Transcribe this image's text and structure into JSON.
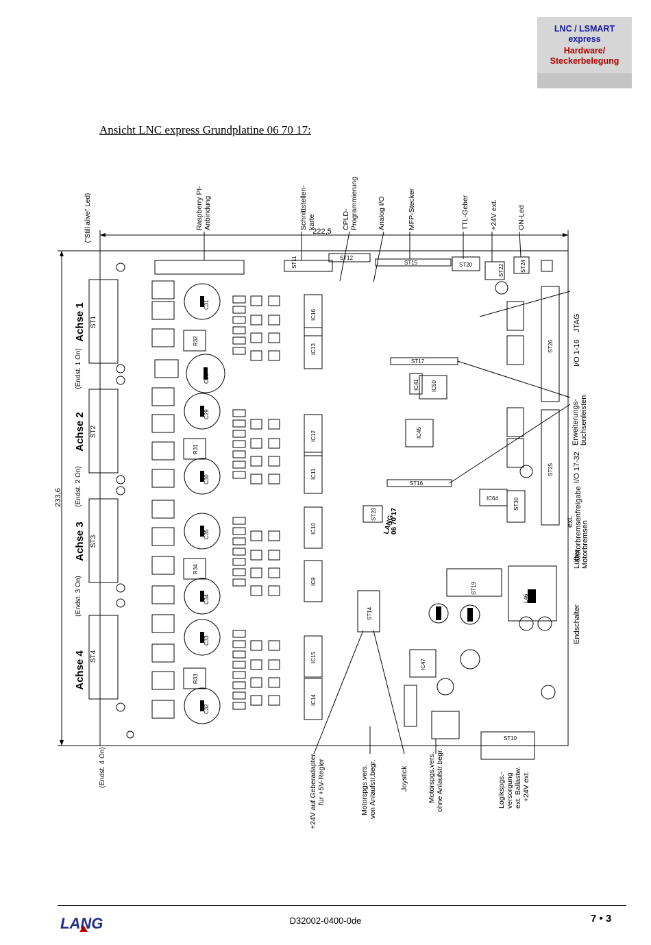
{
  "header": {
    "line1": "LNC / LSMART",
    "line2": "express",
    "line3": "Hardware/",
    "line4": "Steckerbelegung",
    "color_primary": "#1a1aa0",
    "color_secondary": "#b00000"
  },
  "title": "Ansicht LNC express Grundplatine 06 70 17:",
  "dims": {
    "width": "222,5",
    "height": "233,6"
  },
  "left_labels": {
    "achse1": "Achse 1",
    "st1": "ST1",
    "achse2": "Achse 2",
    "st2": "ST2",
    "achse3": "Achse 3",
    "st3": "ST3",
    "achse4": "Achse 4",
    "st4": "ST4",
    "led1_note": "(\"Still alive\" Led)",
    "endst1": "(Endst. 1 On)",
    "endst2": "(Endst. 2 On)",
    "endst3": "(Endst. 3 On)",
    "endst4": "(Endst. 4 On)"
  },
  "top_labels": {
    "raspberry": "Raspberry PI-",
    "raspberry2": "Anbindung",
    "schnitt": "Schnittstellen-",
    "schnitt2": "karte",
    "cpld": "CPLD-",
    "cpld2": "Programmierung",
    "analog": "Analog I/O",
    "mfp": "MFP-Stecker",
    "ttl": "TTL-Geber",
    "v24": "+24V ext.",
    "onled": "ON-Led"
  },
  "right_labels": {
    "jtag": "JTAG",
    "io1": "I/O 1-16",
    "erw": "Erweiterungs-",
    "erw2": "buchsenleisten",
    "io2": "I/O 17-32",
    "motorbrems": "ext.",
    "motorbrems2": "Motorbremsenfreigabe",
    "luefter": "Lüfter",
    "luefter2": "Motorbremsen",
    "endschalter": "Endschalter"
  },
  "bottom_labels": {
    "geber": "+24V auf Geberadapter",
    "geber2": "für +5V-Regler",
    "motor1": "Motorspgs.vers.",
    "motor1b": "von Anlaufstr.begr.",
    "joystick": "Joystick",
    "motor2": "Motorspgs.vers.",
    "motor2b": "ohne Anlaufstr.begr.",
    "logik": "Logikspgs.-",
    "logik2": "versorgung",
    "logik3": "ext. Ballastw.",
    "logik4": "+24V ext."
  },
  "board_labels": {
    "st11": "ST11",
    "st12": "ST12",
    "st15": "ST15",
    "st20": "ST20",
    "st22": "ST22",
    "st24": "ST24",
    "st26": "ST26",
    "st25": "ST25",
    "st17": "ST17",
    "st16": "ST16",
    "st23": "ST23",
    "st14": "ST14",
    "st19": "ST19",
    "st10": "ST10",
    "st30": "ST30",
    "ic13": "IC13",
    "ic12": "IC12",
    "ic11": "IC11",
    "ic10": "IC10",
    "ic9": "IC9",
    "ic15": "IC15",
    "ic14": "IC14",
    "ic16": "IC16",
    "ic41": "IC41",
    "ic50": "IC50",
    "ic45": "IC45",
    "ic47": "IC47",
    "ic64": "IC64",
    "r31": "R31",
    "r32": "R32",
    "r33": "R33",
    "r34": "R34",
    "c29": "C29",
    "c30": "C30",
    "c31": "C31",
    "c32": "C32",
    "c33": "C33",
    "c34": "C34",
    "c35": "C35",
    "c36": "C36",
    "l46": "L46",
    "lang": "LANG",
    "board_no": "06 70 17"
  },
  "footer": {
    "logo": "LANG",
    "docnum": "D32002-0400-0de",
    "page": "7 • 3"
  }
}
